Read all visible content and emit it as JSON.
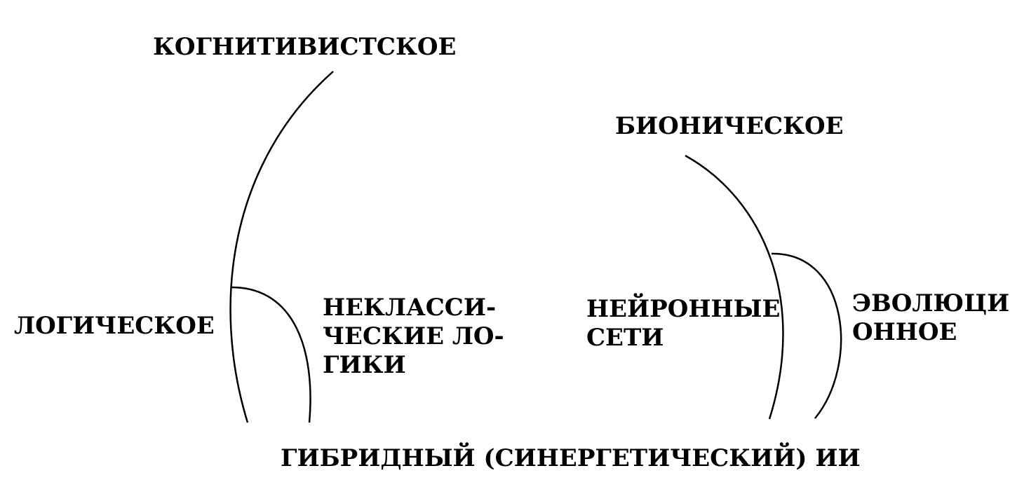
{
  "diagram": {
    "nodes": {
      "cognitive": "КОГНИТИВИСТСКОЕ",
      "bionic": "БИОНИЧЕСКОЕ",
      "logical": "ЛОГИЧЕСКОЕ",
      "nonclassical_logics": [
        "НЕКЛАССИ-",
        "ЧЕСКИЕ ЛО-",
        "ГИКИ"
      ],
      "neural_networks": [
        "НЕЙРОННЫЕ",
        "СЕТИ"
      ],
      "evolutionary": [
        "ЭВОЛЮЦИ-",
        "ОННОЕ"
      ],
      "hybrid": "ГИБРИДНЫЙ (СИНЕРГЕТИЧЕСКИЙ) ИИ"
    },
    "line_color": "#000000",
    "text_color": "#000000"
  }
}
